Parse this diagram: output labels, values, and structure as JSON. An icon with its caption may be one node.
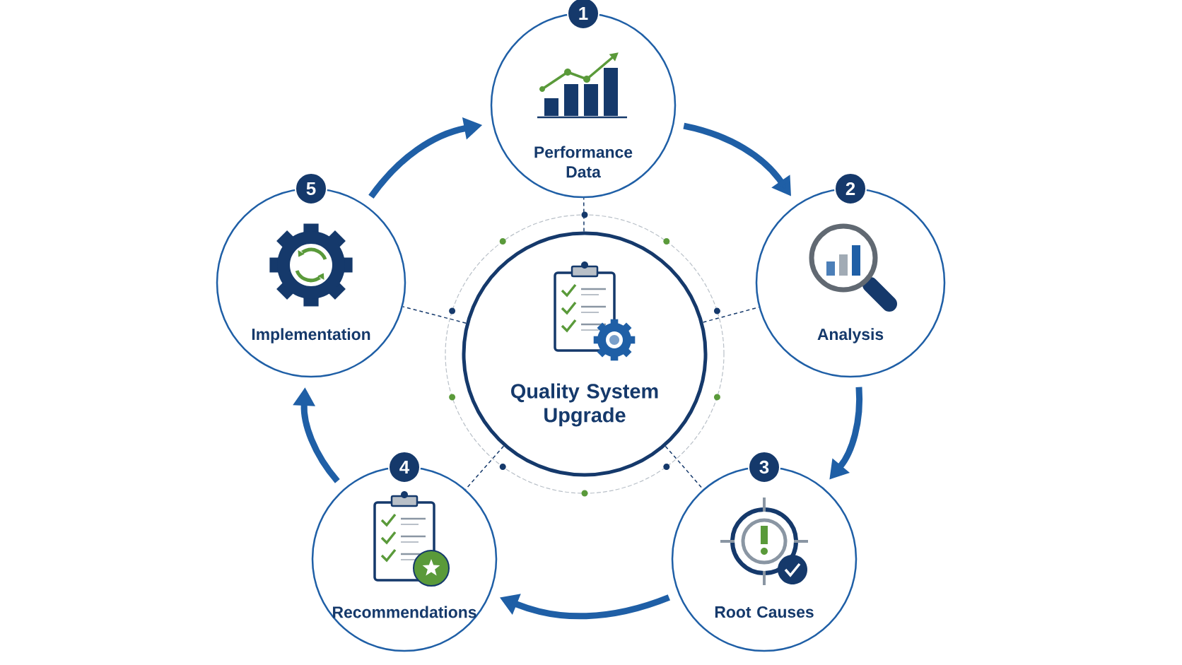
{
  "diagram": {
    "nodes": [
      {
        "text": [
          "Quality System Upgrade"
        ]
      },
      {
        "text": [
          "1",
          "Performance Data"
        ]
      },
      {
        "text": [
          "2",
          "Analysis"
        ]
      },
      {
        "text": [
          "3",
          "Root Causes"
        ]
      },
      {
        "text": [
          "4",
          "Recommendations"
        ]
      },
      {
        "text": [
          "5",
          "Implementation"
        ]
      }
    ],
    "edges": [
      {
        "from": 1,
        "to": 2,
        "arrow": "to",
        "style": "thick"
      },
      {
        "from": 2,
        "to": 3,
        "arrow": "to",
        "style": "thick"
      },
      {
        "from": 3,
        "to": 4,
        "arrow": "to",
        "style": "thick"
      },
      {
        "from": 4,
        "to": 5,
        "arrow": "to",
        "style": "thick"
      },
      {
        "from": 5,
        "to": 1,
        "arrow": "to",
        "style": "thick"
      },
      {
        "from": 0,
        "to": 1,
        "arrow": "none",
        "style": "dashed"
      },
      {
        "from": 0,
        "to": 2,
        "arrow": "none",
        "style": "dashed"
      },
      {
        "from": 0,
        "to": 3,
        "arrow": "none",
        "style": "dashed"
      },
      {
        "from": 0,
        "to": 4,
        "arrow": "none",
        "style": "dashed"
      },
      {
        "from": 0,
        "to": 5,
        "arrow": "none",
        "style": "dashed"
      }
    ]
  }
}
